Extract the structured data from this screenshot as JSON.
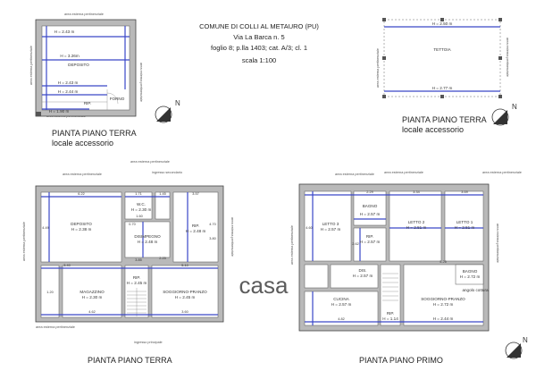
{
  "header": {
    "line1": "COMUNE DI COLLI AL METAURO (PU)",
    "line2": "Via La Barca n. 5",
    "line3": "foglio 8; p.lla 1403; cat. A/3; cl. 1",
    "scale": "scala 1:100"
  },
  "captions": {
    "acc_left_1": "PIANTA PIANO TERRA",
    "acc_left_2": "locale accessorio",
    "acc_right_1": "PIANTA PIANO TERRA",
    "acc_right_2": "locale accessorio",
    "ground": "PIANTA PIANO TERRA",
    "first": "PIANTA PIANO PRIMO"
  },
  "north": "N",
  "external": {
    "pertinenziale": "area esterna pertinenziale",
    "secondario": "ingresso secondario",
    "principale": "ingresso principale"
  },
  "watermark": "casa",
  "accessory_left": {
    "deposito": "DEPOSITO",
    "forno": "FORNO",
    "rip": "RIP.",
    "h1": "H = 2.43 m",
    "h2": "H = 3.26m",
    "h3": "H = 2.43 m",
    "h4": "H = 2.44 m",
    "h5": "H = 1.90 m"
  },
  "accessory_right": {
    "tettoia": "TETTOIA",
    "h1": "H = 2.50 m",
    "h2": "H = 2.77 m"
  },
  "ground_floor": {
    "deposito": "DEPOSITO",
    "deposito_h": "H = 2.38 m",
    "wc": "W.C.",
    "wc_h": "H = 2.30 m",
    "disimpegno": "DISIMPEGNO",
    "disimpegno_h": "H = 2.48 m",
    "rip": "RIP.",
    "rip_h": "H = 2.48 m",
    "magazzino": "MAGAZZINO",
    "magazzino_h": "H = 2.30 m",
    "soggiorno": "SOGGIORNO-PRANZO",
    "soggiorno_h": "H = 2.45 m",
    "rip2": "RIP.",
    "rip2_h": "H = 2.45 m",
    "d1": "6.22",
    "d2": "1.71",
    "d3": "1.45",
    "d4": "3.57",
    "d5": "4.49",
    "d6": "5.10",
    "d7": "4.70",
    "d8": "3.80",
    "d9": "1.60",
    "d10": "0.70",
    "d11": "4.62",
    "d12": "3.60",
    "d13": "3.85",
    "d14": "3.40",
    "d15": "1.20",
    "d16": "2.25"
  },
  "first_floor": {
    "letto3": "LETTO 3",
    "letto3_h": "H = 2.57 m",
    "bagno": "BAGNO",
    "bagno_h": "H = 2.57 m",
    "rip": "RIP.",
    "rip_h": "H = 2.57 m",
    "letto2": "LETTO 2",
    "letto2_h": "H = 2.51 m",
    "letto1": "LETTO 1",
    "letto1_h": "H = 2.51 m",
    "dis": "DIS.",
    "dis_h": "H = 2.57 m",
    "cucina": "CUCINA",
    "cucina_h": "H = 2.57 m",
    "rip2": "RIP.",
    "rip2_h": "H = 1.14",
    "bagno2": "BAGNO",
    "bagno2_h": "H = 2.72 m",
    "soggiorno": "SOGGIORNO-PRANZO",
    "soggiorno_h": "H = 2.72 m",
    "angolo": "angolo cottura",
    "h_bottom": "H = 2.44 m",
    "d1": "3.34",
    "d2": "2.29",
    "d3": "3.69",
    "d4": "4.82",
    "d5": "5.26",
    "d6": "4.60",
    "d7": "2.62"
  }
}
